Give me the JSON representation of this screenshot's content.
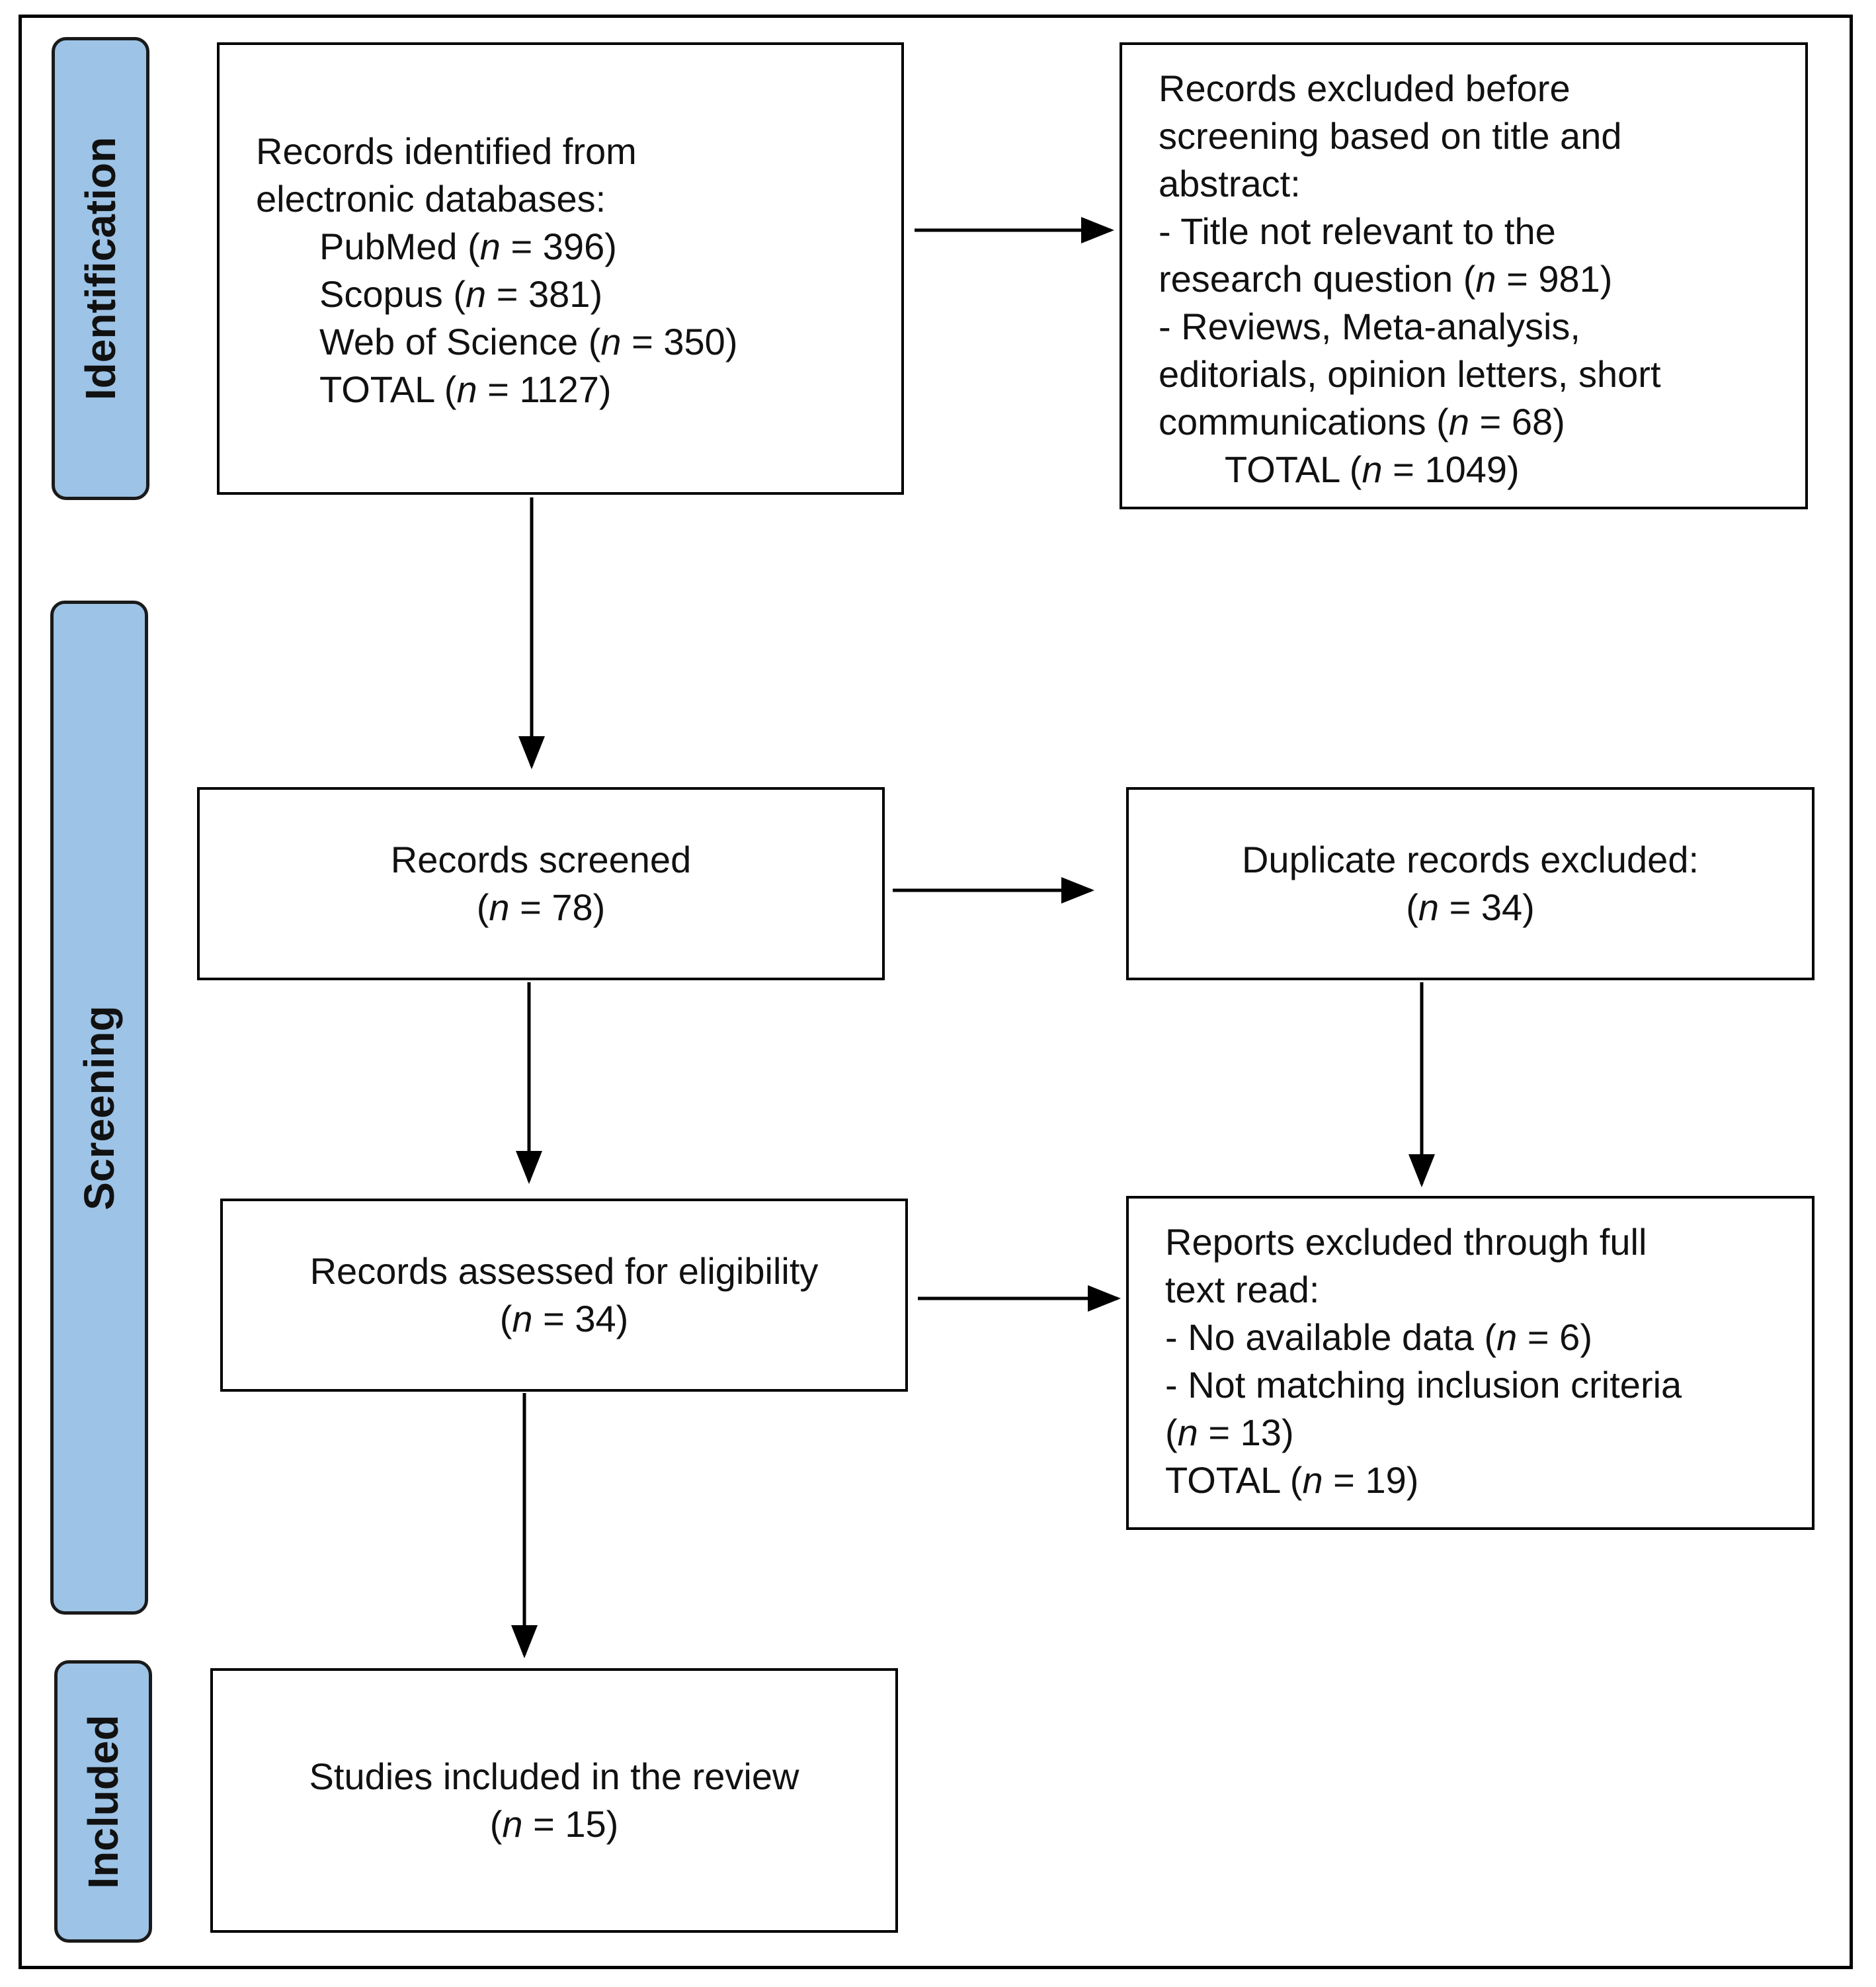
{
  "stages": {
    "identification": "Identification",
    "screening": "Screening",
    "included": "Included"
  },
  "identified": {
    "heading_1": "Records identified from",
    "heading_2": "electronic databases:",
    "sources": [
      {
        "name": "PubMed",
        "n": "396"
      },
      {
        "name": "Scopus",
        "n": "381"
      },
      {
        "name": "Web of Science",
        "n": "350"
      },
      {
        "name": "TOTAL",
        "n": "1127"
      }
    ]
  },
  "excluded_before": {
    "lines": [
      "Records excluded before",
      "screening based on title and",
      "abstract:",
      "- Title not relevant to the"
    ],
    "item1_prefix": "research question",
    "item1_n": "981",
    "item2_lines": [
      "- Reviews, Meta-analysis,",
      "editorials, opinion letters, short"
    ],
    "item2_prefix": "communications",
    "item2_n": "68",
    "total_label": "TOTAL",
    "total_n": "1049"
  },
  "screened": {
    "label": "Records screened",
    "n": "78"
  },
  "duplicates": {
    "label": "Duplicate records excluded:",
    "n": "34"
  },
  "eligibility": {
    "label": "Records assessed for eligibility",
    "n": "34"
  },
  "fulltext_excluded": {
    "line1": "Reports excluded through full",
    "line2": "text read:",
    "item1_prefix": "- No available data",
    "item1_n": "6",
    "item2_line": "- Not matching inclusion criteria",
    "item2_n": "13",
    "total_label": "TOTAL",
    "total_n": "19"
  },
  "included": {
    "label": "Studies included in the review",
    "n": "15"
  },
  "n_symbol": "n"
}
